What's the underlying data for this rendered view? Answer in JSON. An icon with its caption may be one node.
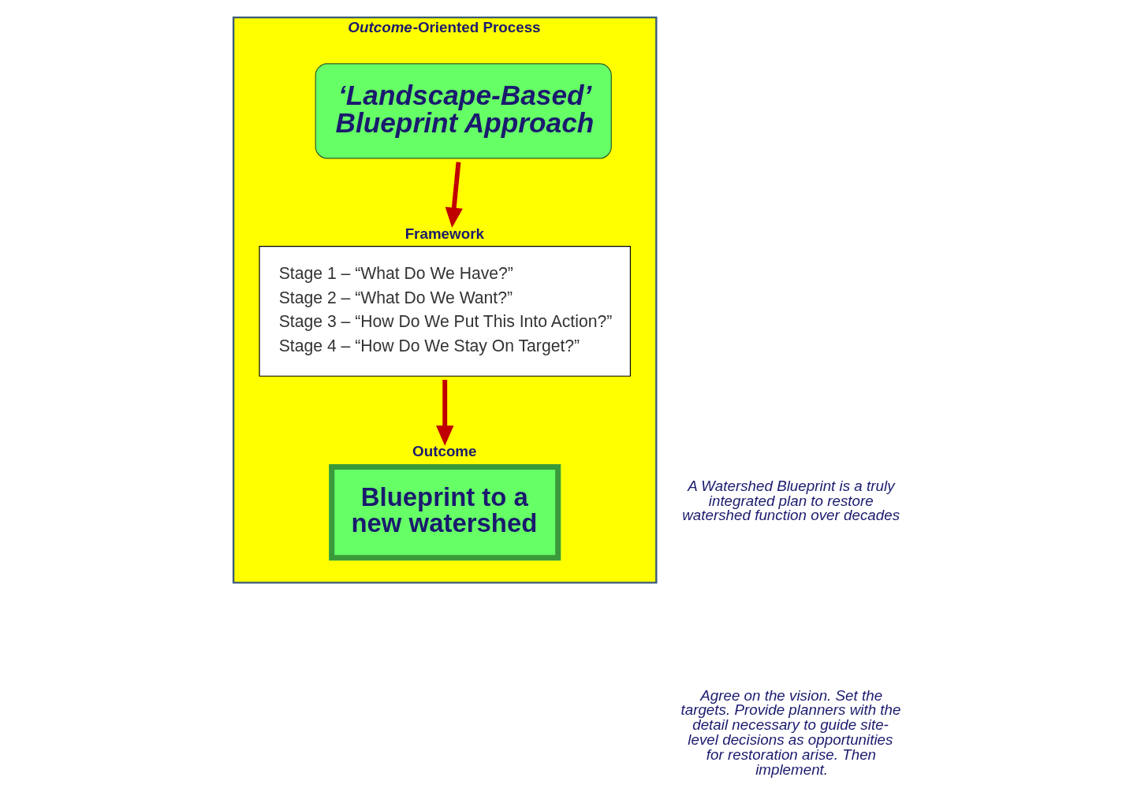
{
  "diagram": {
    "nodes": [
      {
        "text": [
          "*Outcome*-Oriented Process"
        ]
      },
      {
        "text": [
          "‘Landscape-Based’ Blueprint Approach"
        ],
        "in": 0
      },
      {
        "text": [
          "Framework",
          "Stage 1 – “What Do We Have?”",
          "Stage 2 – “What Do We Want?”",
          "Stage 3 – “How Do We Put This Into Action?”",
          "Stage 4 – “How Do We Stay On Target?”"
        ],
        "in": 0
      },
      {
        "text": [
          "Outcome",
          "Blueprint to a new watershed"
        ],
        "in": 0
      }
    ],
    "edges": [
      {
        "from": 1,
        "to": 2,
        "arrow": "to"
      },
      {
        "from": 2,
        "to": 3,
        "arrow": "to"
      }
    ],
    "labels": [
      "A Watershed Blueprint is a truly integrated plan to restore watershed function over decades",
      "Agree on the vision. Set the targets. Provide planners with the detail necessary to guide site-level decisions as opportunities for restoration arise. Then implement."
    ]
  }
}
